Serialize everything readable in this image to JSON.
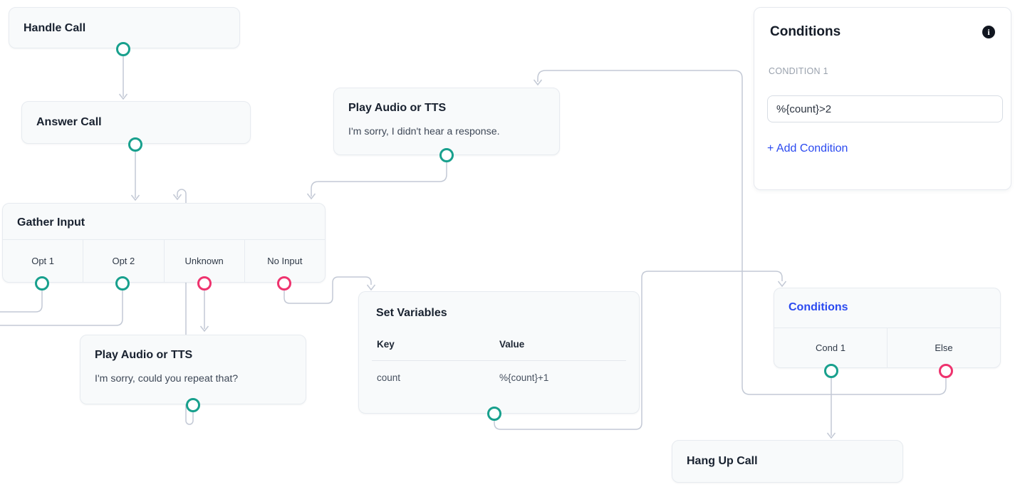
{
  "palette": {
    "port_success": "#18a08d",
    "port_failure": "#ee336e",
    "edge": "#c3c9d5",
    "node_background": "#f8fafb",
    "node_border": "#e7ebf0",
    "selected_title_blue": "#2b4af0",
    "link_blue": "#2b4af0"
  },
  "nodes": {
    "handle_call": {
      "title": "Handle Call"
    },
    "answer_call": {
      "title": "Answer Call"
    },
    "play_tts_no_response": {
      "title": "Play Audio or TTS",
      "body": "I'm sorry, I didn't hear a response."
    },
    "gather_input": {
      "title": "Gather Input",
      "branches": [
        "Opt 1",
        "Opt 2",
        "Unknown",
        "No Input"
      ]
    },
    "play_tts_repeat": {
      "title": "Play Audio or TTS",
      "body": "I'm sorry, could you repeat that?"
    },
    "set_variables": {
      "title": "Set Variables",
      "columns": [
        "Key",
        "Value"
      ],
      "rows": [
        {
          "key": "count",
          "value": "%{count}+1"
        }
      ]
    },
    "conditions": {
      "title": "Conditions",
      "branches": [
        "Cond 1",
        "Else"
      ]
    },
    "hang_up_call": {
      "title": "Hang Up Call"
    }
  },
  "panel": {
    "title": "Conditions",
    "info_icon": "i",
    "condition_label": "CONDITION 1",
    "condition_value": "%{count}>2",
    "add_condition": "+ Add Condition"
  }
}
